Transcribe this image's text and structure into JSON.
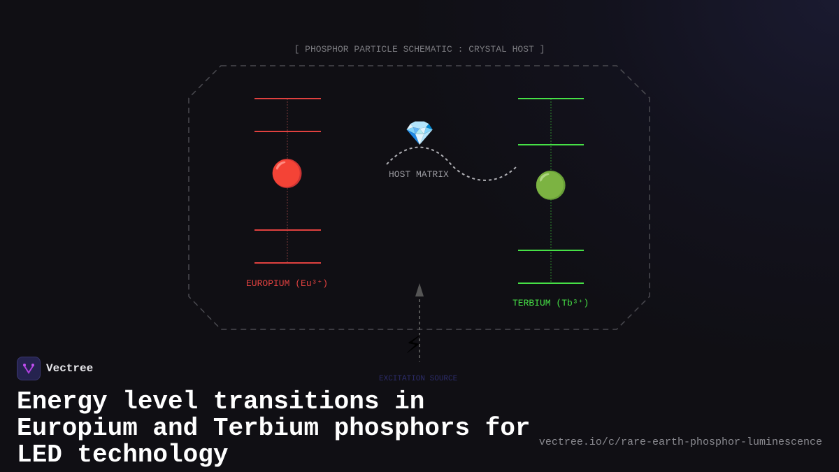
{
  "diagram": {
    "title": "[ PHOSPHOR PARTICLE SCHEMATIC : CRYSTAL HOST ]",
    "europium": {
      "label": "EUROPIUM (Eu³⁺)",
      "icon": "red-circle-emoji",
      "color": "#e0413f"
    },
    "terbium": {
      "label": "TERBIUM (Tb³⁺)",
      "icon": "green-circle-emoji",
      "color": "#46e046"
    },
    "host": {
      "label": "HOST MATRIX",
      "icon": "gem-emoji"
    },
    "excitation": {
      "label": "EXCITATION SOURCE",
      "icon": "lightning-emoji"
    }
  },
  "brand": {
    "name": "Vectree"
  },
  "headline": "Energy level transitions in Europium and Terbium phosphors for LED technology",
  "url": "vectree.io/c/rare-earth-phosphor-luminescence"
}
